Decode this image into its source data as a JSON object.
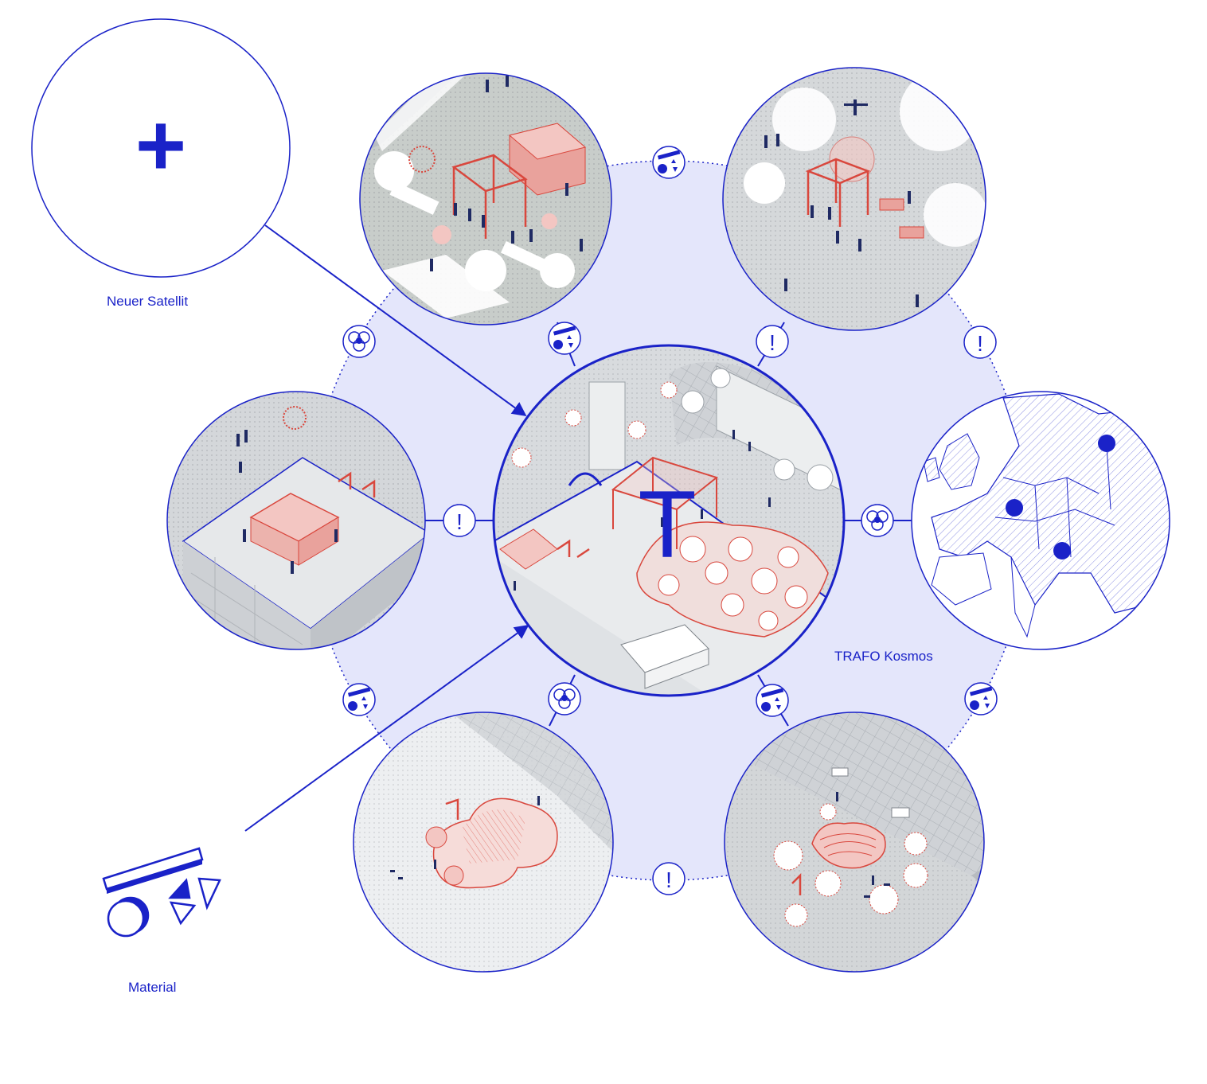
{
  "labels": {
    "new_satellite": "Neuer Satellit",
    "cosmos": "TRAFO Kosmos",
    "material": "Material"
  },
  "center_letter": "T",
  "colors": {
    "blue": "#1a22c8",
    "blue_fill": "#e4e6fb",
    "red": "#d9473d",
    "gray": "#c9cccf"
  },
  "icons": {
    "exclamation_glyph": "!",
    "plus_glyph": "+"
  }
}
